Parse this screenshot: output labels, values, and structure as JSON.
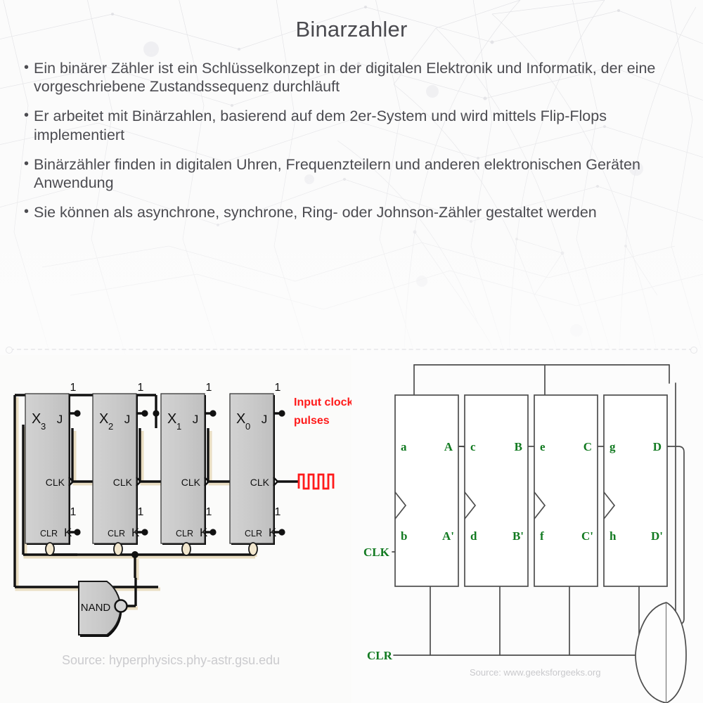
{
  "slide": {
    "title": "Binarzahler",
    "bullets": [
      "Ein binärer Zähler ist ein Schlüsselkonzept in der digitalen Elektronik und Informatik, der eine vorgeschriebene Zustandssequenz durchläuft",
      "Er arbeitet mit Binärzahlen, basierend auf dem 2er-System und wird mittels Flip-Flops implementiert",
      "Binärzähler finden in digitalen Uhren, Frequenzteilern und anderen elektronischen Geräten Anwendung",
      "Sie können als asynchrone, synchrone, Ring- oder Johnson-Zähler gestaltet werden"
    ],
    "bullet_marker": "•"
  },
  "colors": {
    "title_text": "#4a4a4f",
    "body_text": "#4c4c51",
    "page_background": "#fbfbfb",
    "flipflop_fill": "#c8c8c8",
    "wire_black": "#111111",
    "wire_highlight": "#e8dcc0",
    "annotation_red": "#ff1a1a",
    "label_green": "#127a21",
    "schematic_line": "#4d4d4d",
    "source_watermark": "#c9c9cc"
  },
  "diagram_left": {
    "name": "jk-flip-flop-asynchronous-counter",
    "source_caption": "Source: hyperphysics.phy-astr.gsu.edu",
    "flipflops": [
      {
        "id": "ff-x3",
        "state_label": "X",
        "state_sub": "3",
        "j_label": "J",
        "k_label": "K",
        "clk_label": "CLK",
        "clr_label": "CLR",
        "j_value": "1",
        "k_value": "1"
      },
      {
        "id": "ff-x2",
        "state_label": "X",
        "state_sub": "2",
        "j_label": "J",
        "k_label": "K",
        "clk_label": "CLK",
        "clr_label": "CLR",
        "j_value": "1",
        "k_value": "1"
      },
      {
        "id": "ff-x1",
        "state_label": "X",
        "state_sub": "1",
        "j_label": "J",
        "k_label": "K",
        "clk_label": "CLK",
        "clr_label": "CLR",
        "j_value": "1",
        "k_value": "1"
      },
      {
        "id": "ff-x0",
        "state_label": "X",
        "state_sub": "0",
        "j_label": "J",
        "k_label": "K",
        "clk_label": "CLK",
        "clr_label": "CLR",
        "j_value": "1",
        "k_value": "1"
      }
    ],
    "gate": {
      "label": "NAND"
    },
    "annotation": {
      "line1": "Input clock",
      "line2": "pulses",
      "waveform": "square-pulse-train"
    }
  },
  "diagram_right": {
    "name": "synchronous-counter-flip-flop-chain",
    "source_caption": "Source: www.geeksforgeeks.org",
    "clk_label": "CLK",
    "clr_label": "CLR",
    "flipflops": [
      {
        "id": "ff-a",
        "in_top": "a",
        "in_bottom": "b",
        "out_top": "A",
        "out_bottom": "A'"
      },
      {
        "id": "ff-b",
        "in_top": "c",
        "in_bottom": "d",
        "out_top": "B",
        "out_bottom": "B'"
      },
      {
        "id": "ff-c",
        "in_top": "e",
        "in_bottom": "f",
        "out_top": "C",
        "out_bottom": "C'"
      },
      {
        "id": "ff-d",
        "in_top": "g",
        "in_bottom": "h",
        "out_top": "D",
        "out_bottom": "D'"
      }
    ],
    "gate": {
      "type": "and-gate",
      "label": ""
    }
  }
}
